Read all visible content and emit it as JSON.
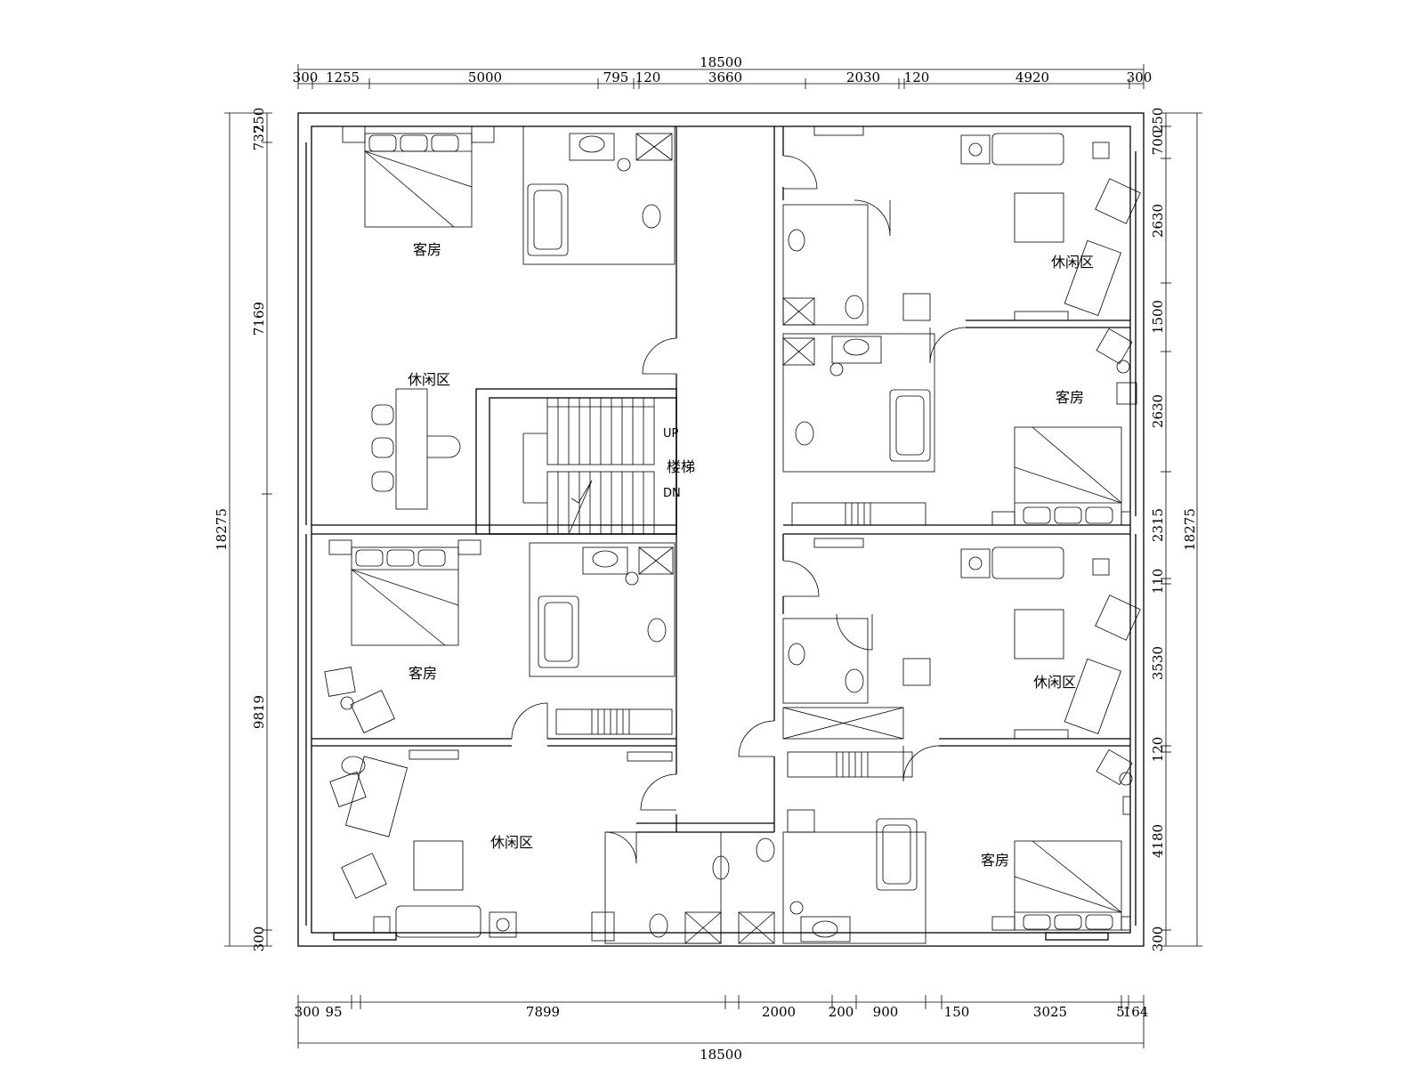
{
  "dimensions": {
    "top_total": "18500",
    "top": [
      "300",
      "1255",
      "5000",
      "795",
      "120",
      "3660",
      "2030",
      "120",
      "4920",
      "300"
    ],
    "bottom_total": "18500",
    "bottom": [
      "300",
      "95",
      "7899",
      "2000",
      "200",
      "900",
      "150",
      "3025",
      "5",
      "164"
    ],
    "left_total": "18275",
    "left": [
      "737",
      "250",
      "7169",
      "9819",
      "300"
    ],
    "right_total": "18275",
    "right": [
      "700",
      "250",
      "2630",
      "1500",
      "2630",
      "2315",
      "110",
      "3530",
      "120",
      "4180",
      "300"
    ]
  },
  "rooms": {
    "guest_tl": "客房",
    "lounge_tl": "休闲区",
    "guest_ml": "客房",
    "lounge_bl": "休闲区",
    "lounge_tr": "休闲区",
    "guest_r1": "客房",
    "lounge_r2": "休闲区",
    "guest_br": "客房",
    "stair": "楼梯",
    "stair_up": "UP",
    "stair_dn": "DN"
  }
}
